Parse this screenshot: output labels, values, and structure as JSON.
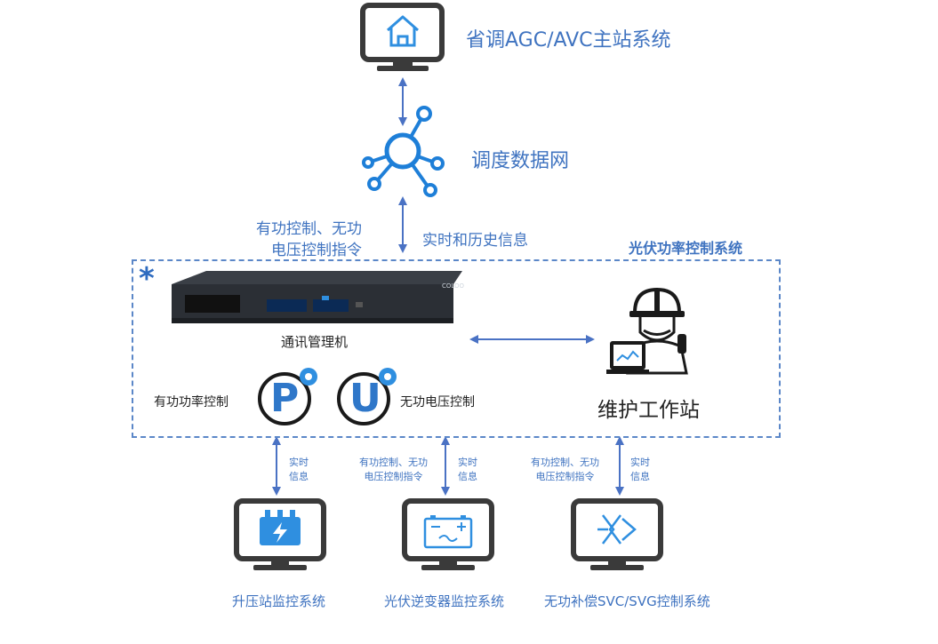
{
  "top": {
    "title": "省调AGC/AVC主站系统",
    "icon": "home-monitor-icon"
  },
  "network": {
    "label": "调度数据网",
    "icon": "network-hub-icon"
  },
  "link_top": {
    "left": [
      "有功控制、无功",
      "电压控制指令"
    ],
    "right": "实时和历史信息"
  },
  "system": {
    "title": "光伏功率控制系统",
    "comm_label": "通讯管理机",
    "device_brand": "COLOO",
    "workstation_label": "维护工作站",
    "p_label": "有功功率控制",
    "u_label": "无功电压控制",
    "p_letter": "P",
    "u_letter": "U"
  },
  "bottom_links": {
    "realtime": [
      "实时",
      "信息"
    ],
    "command": [
      "有功控制、无功",
      "电压控制指令"
    ]
  },
  "subsystems": [
    {
      "label": "升压站监控系统",
      "icon": "power-battery-icon"
    },
    {
      "label": "光伏逆变器监控系统",
      "icon": "inverter-icon"
    },
    {
      "label": "无功补偿SVC/SVG控制系统",
      "icon": "svc-icon"
    }
  ],
  "colors": {
    "accent": "#3f73c0",
    "arrow": "#4a72c4",
    "icon_blue": "#2f8fe0",
    "dark": "#3a3a3a"
  }
}
